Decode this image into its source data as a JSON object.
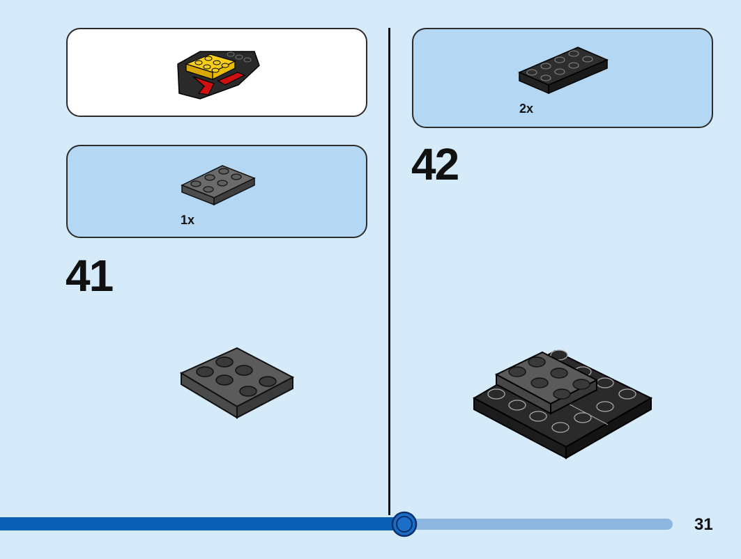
{
  "steps": [
    {
      "number": "41",
      "parts": [
        {
          "quantity": "1x",
          "part": "dark-gray-2x3-plate"
        }
      ]
    },
    {
      "number": "42",
      "parts": [
        {
          "quantity": "2x",
          "part": "black-2x4-plate"
        }
      ]
    }
  ],
  "page": {
    "number": "31",
    "progress_percent": 61
  },
  "colors": {
    "background": "#d6ebf9",
    "parts_box": "#b4d8f4",
    "progress_done": "#0a5eb3",
    "progress_rest": "#8fb6e1",
    "dark_gray_plate": "#5b5b5b",
    "black_plate": "#2a2a2a",
    "yellow_brick": "#f5cd1a",
    "red_brick": "#d01010"
  }
}
